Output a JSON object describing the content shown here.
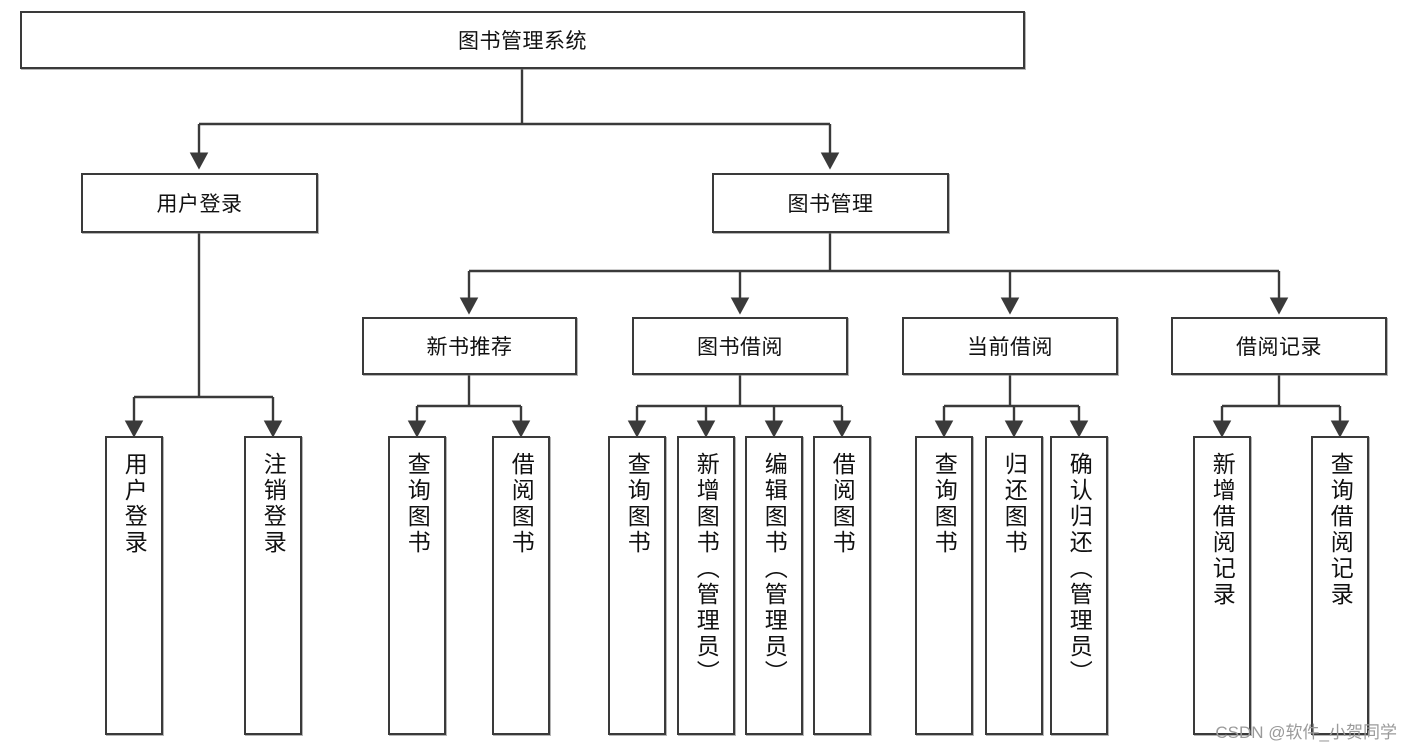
{
  "diagram": {
    "title": "图书管理系统",
    "type": "tree-hierarchy-diagram",
    "colors": {
      "box_border": "#3a3a3a",
      "box_fill": "#ffffff",
      "connector": "#3a3a3a",
      "text": "#111111",
      "watermark": "#9a9a9a"
    },
    "root": {
      "label": "图书管理系统"
    },
    "level2": [
      {
        "label": "用户登录"
      },
      {
        "label": "图书管理"
      }
    ],
    "level3": [
      {
        "label": "新书推荐"
      },
      {
        "label": "图书借阅"
      },
      {
        "label": "当前借阅"
      },
      {
        "label": "借阅记录"
      }
    ],
    "leaves": {
      "user_login": [
        {
          "label": "用户登录"
        },
        {
          "label": "注销登录"
        }
      ],
      "new_book_recommend": [
        {
          "label": "查询图书"
        },
        {
          "label": "借阅图书"
        }
      ],
      "book_borrow": [
        {
          "label": "查询图书"
        },
        {
          "label": "新增图书（管理员）"
        },
        {
          "label": "编辑图书（管理员）"
        },
        {
          "label": "借阅图书"
        }
      ],
      "current_borrow": [
        {
          "label": "查询图书"
        },
        {
          "label": "归还图书"
        },
        {
          "label": "确认归还（管理员）"
        }
      ],
      "borrow_record": [
        {
          "label": "新增借阅记录"
        },
        {
          "label": "查询借阅记录"
        }
      ]
    }
  },
  "watermark": {
    "text": "CSDN @软件_小贺同学"
  }
}
